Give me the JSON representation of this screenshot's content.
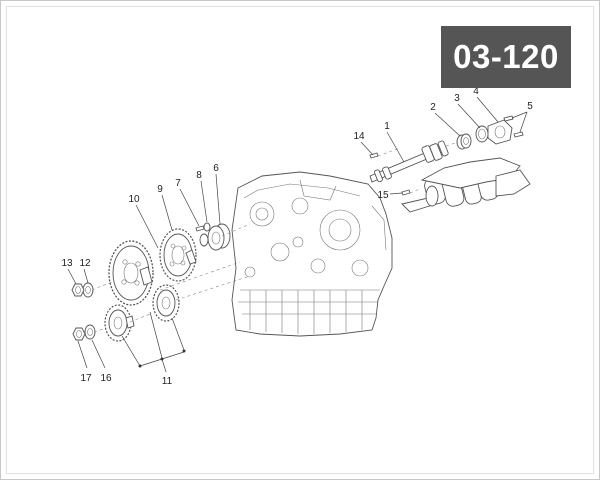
{
  "page_code": "03-120",
  "callouts": {
    "c1": "1",
    "c2": "2",
    "c3": "3",
    "c4": "4",
    "c5": "5",
    "c6": "6",
    "c7": "7",
    "c8": "8",
    "c9": "9",
    "c10": "10",
    "c11": "11",
    "c12": "12",
    "c13": "13",
    "c14": "14",
    "c15": "15",
    "c16": "16",
    "c17": "17"
  }
}
